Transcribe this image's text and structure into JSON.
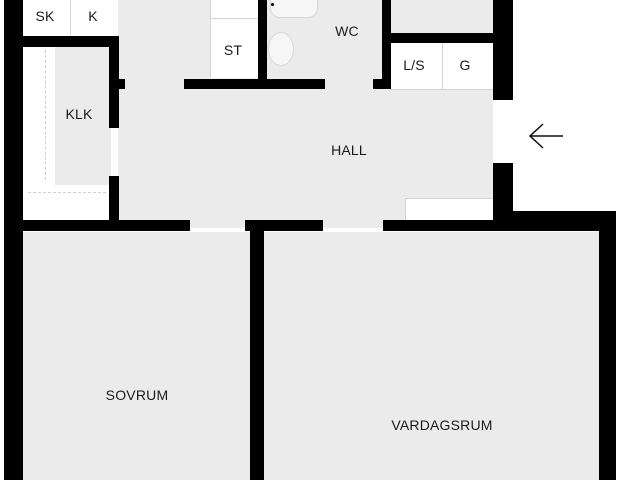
{
  "plan": {
    "type": "apartment floor plan",
    "entrance_arrow": "arrow-left-icon",
    "rooms": {
      "sk": "SK",
      "k": "K",
      "st": "ST",
      "wc": "WC",
      "ls": "L/S",
      "g": "G",
      "klk": "KLK",
      "hall": "HALL",
      "sovrum": "SOVRUM",
      "vardagsrum": "VARDAGSRUM"
    },
    "colors": {
      "wall": "#000000",
      "floor": "#ebebeb",
      "storage": "#ffffff",
      "text": "#1a1a1a"
    }
  }
}
